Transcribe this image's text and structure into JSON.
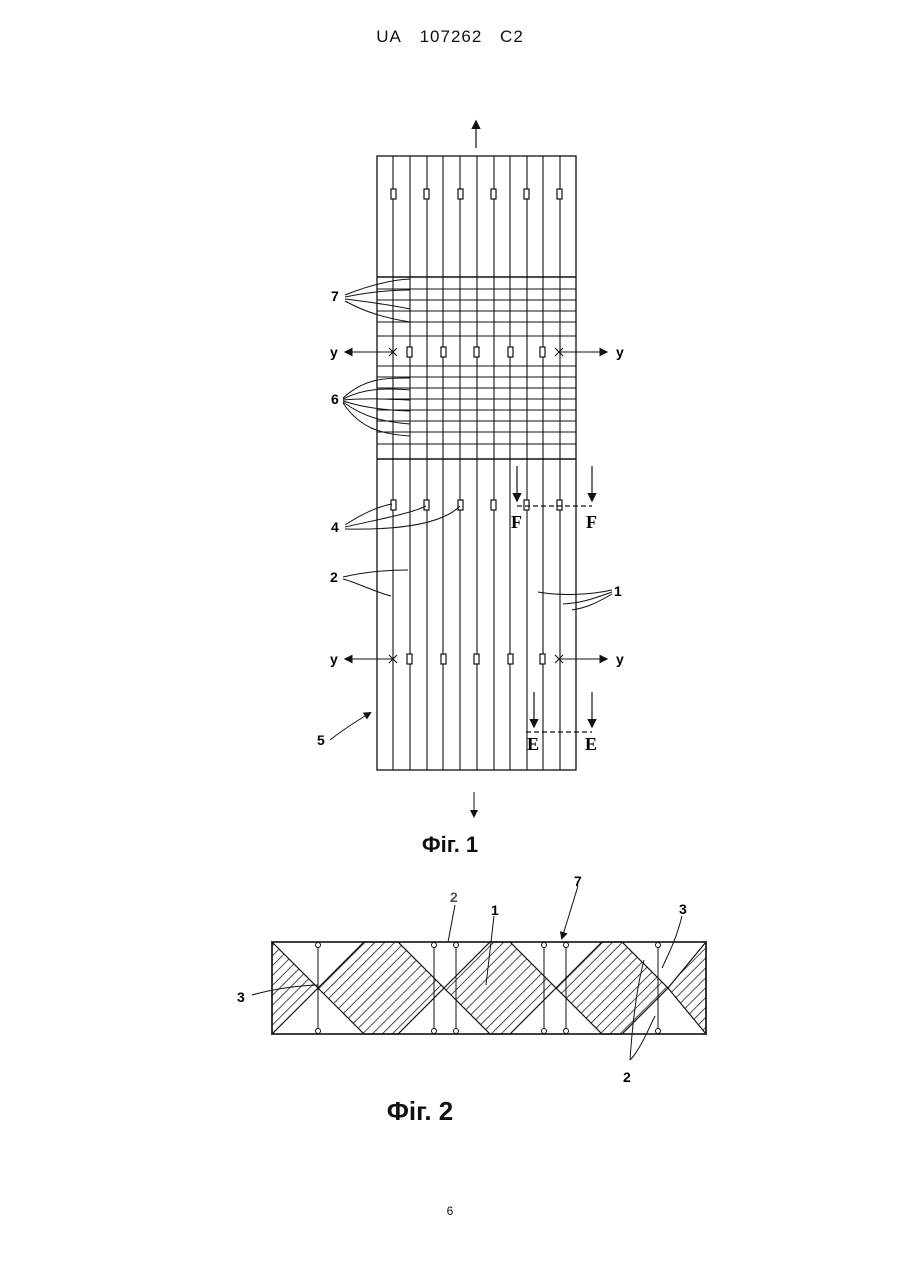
{
  "header": {
    "country": "UA",
    "number": "107262",
    "kind": "C2"
  },
  "fig1": {
    "caption": "Фіг. 1",
    "labels": {
      "l7": "7",
      "l6": "6",
      "l4": "4",
      "l2": "2",
      "l5": "5",
      "l1": "1",
      "y": "y",
      "F": "F",
      "E": "E"
    }
  },
  "fig2": {
    "caption": "Фіг. 2",
    "labels": {
      "l2top": "2",
      "l1": "1",
      "l7": "7",
      "l3right": "3",
      "l3left": "3",
      "l2bottom": "2"
    }
  },
  "page_number": "6"
}
